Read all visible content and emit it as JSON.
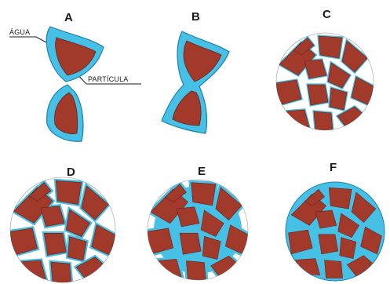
{
  "panels": [
    {
      "id": "A",
      "label": "A"
    },
    {
      "id": "B",
      "label": "B"
    },
    {
      "id": "C",
      "label": "C"
    },
    {
      "id": "D",
      "label": "D"
    },
    {
      "id": "E",
      "label": "E"
    },
    {
      "id": "F",
      "label": "F"
    }
  ],
  "callouts": {
    "water": "ÁGUA",
    "particle": "PARTÍCULA"
  },
  "colors": {
    "particle": "#a23a2c",
    "particle_edge": "#6a2218",
    "water": "#47c0e6",
    "water_edge": "#1b7fb0",
    "background": "#ffffff"
  }
}
